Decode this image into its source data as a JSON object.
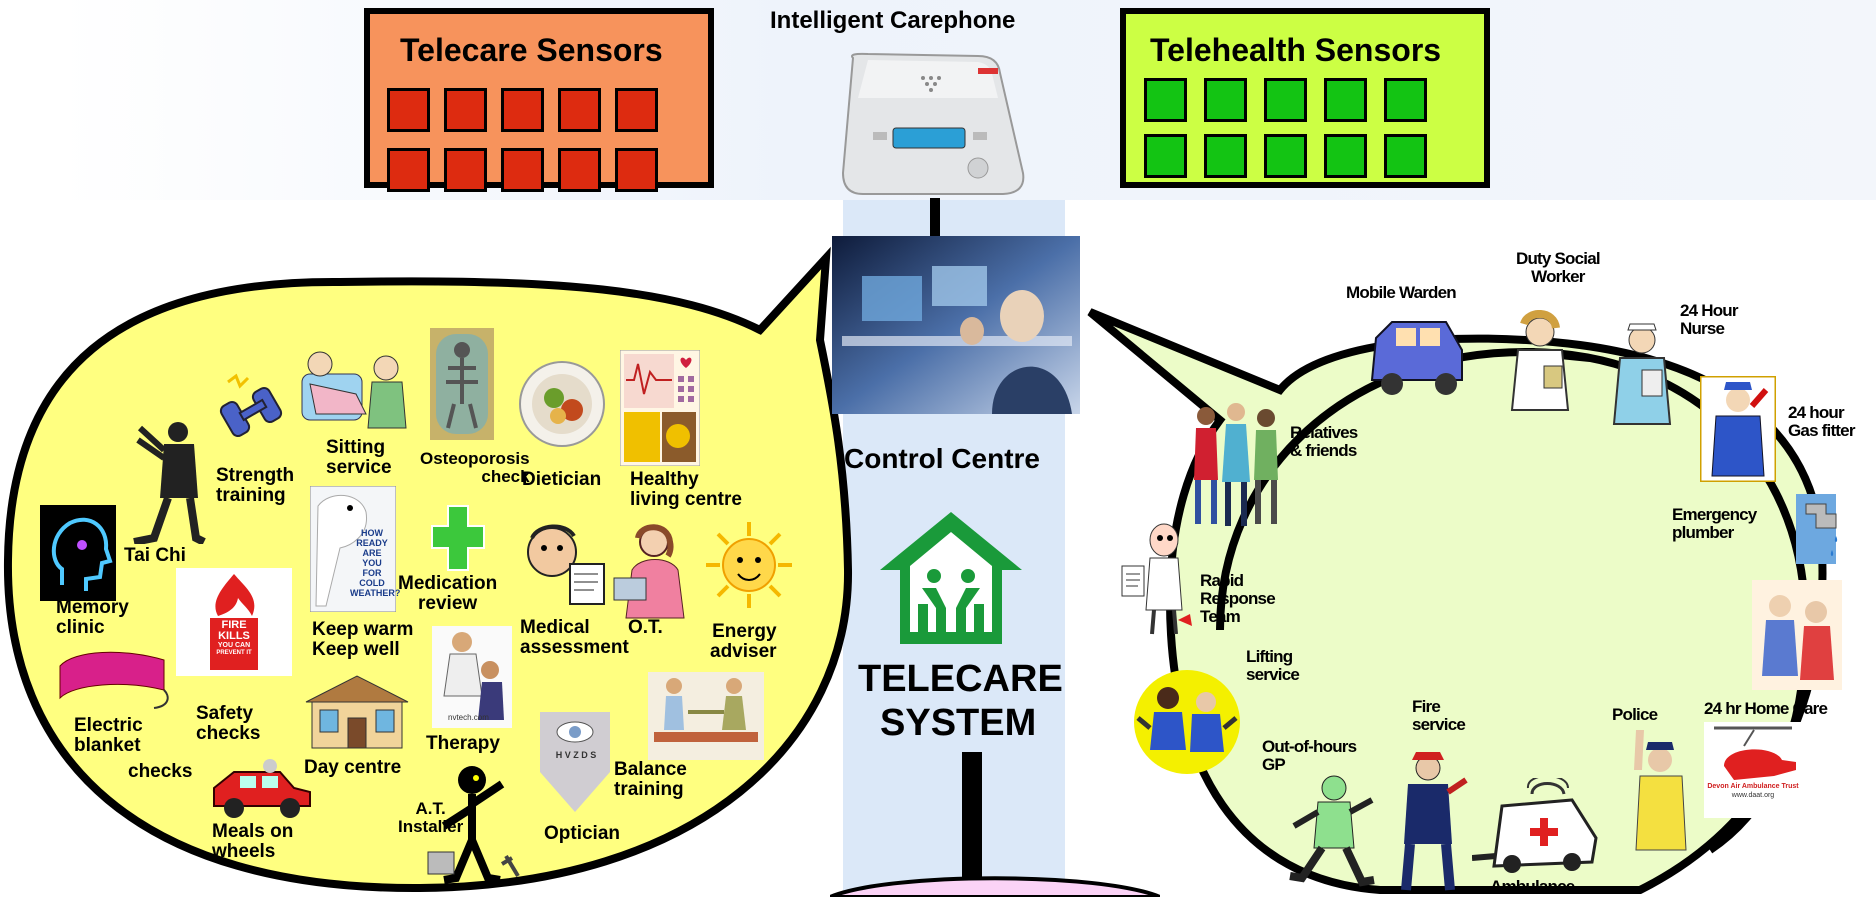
{
  "telecare_sensors": {
    "title": "Telecare Sensors",
    "square_color": "#dd2b10",
    "box_color": "#f7935c"
  },
  "telehealth_sensors": {
    "title": "Telehealth Sensors",
    "square_color": "#13c413",
    "box_color": "#ccff44"
  },
  "carephone": {
    "title": "Intelligent Carephone"
  },
  "control_centre": {
    "title": "Control Centre"
  },
  "telecare_system": {
    "line1": "TELECARE",
    "line2": "SYSTEM",
    "logo_color": "#1a9a3a"
  },
  "left_bubble": {
    "color": "#ffff80",
    "services": {
      "strength": "Strength\ntraining",
      "sitting": "Sitting\nservice",
      "osteo": "Osteoporosis\ncheck",
      "dietician": "Dietician",
      "healthy": "Healthy\nliving centre",
      "taichi": "Tai Chi",
      "memory": "Memory\nclinic",
      "medication": "Medication\nreview",
      "medical": "Medical\nassessment",
      "ot": "O.T.",
      "energy": "Energy\nadviser",
      "keepwarm": "Keep warm\nKeep well",
      "electric": "Electric\nblanket",
      "checks": "checks",
      "safety": "Safety\nchecks",
      "daycentre": "Day centre",
      "therapy": "Therapy",
      "balance": "Balance\ntraining",
      "meals": "Meals on\nwheels",
      "installer": "A.T.\nInstaller",
      "optician": "Optician"
    }
  },
  "right_bubble": {
    "color": "#ecfcc8",
    "services": {
      "warden": "Mobile Warden",
      "social": "Duty Social\nWorker",
      "nurse": "24 Hour\nNurse",
      "gas": "24 hour\nGas fitter",
      "relatives": "Relatives\n& friends",
      "plumber": "Emergency\nplumber",
      "rapid": "Rapid\nResponse\nTeam",
      "lifting": "Lifting\nservice",
      "homecare": "24 hr Home Care",
      "fire": "Fire\nservice",
      "police": "Police",
      "gp": "Out-of-hours\nGP",
      "ambulance": "Ambulance",
      "air_ambulance": "Devon Air Ambulance Trust",
      "air_ambulance_url": "www.daat.org"
    }
  },
  "poster": {
    "line1": "HOW",
    "line2": "READY",
    "line3": "ARE",
    "line4": "YOU",
    "line5": "FOR",
    "line6": "COLD",
    "line7": "WEATHER?"
  },
  "fire_poster": {
    "line1": "FIRE",
    "line2": "KILLS",
    "line3": "YOU CAN",
    "line4": "PREVENT IT"
  },
  "eye_chart": "H V Z D S",
  "therapy_site": "nvtech.com"
}
